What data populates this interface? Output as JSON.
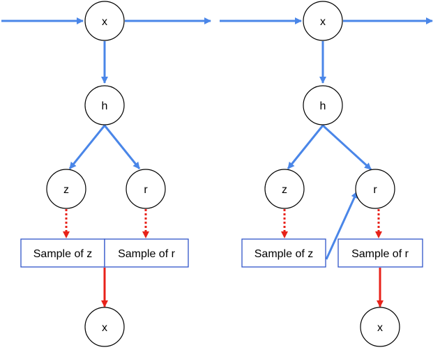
{
  "colors": {
    "blue_arrow": "#4a86e8",
    "red_arrow": "#e8221a",
    "box_border": "#2f55c8",
    "node_border": "#000000"
  },
  "left": {
    "nodes": {
      "x_top": "x",
      "h": "h",
      "z": "z",
      "r": "r",
      "x_bottom": "x"
    },
    "boxes": {
      "sample_z": "Sample of z",
      "sample_r": "Sample of r"
    }
  },
  "right": {
    "nodes": {
      "x_top": "x",
      "h": "h",
      "z": "z",
      "r": "r",
      "x_bottom": "x"
    },
    "boxes": {
      "sample_z": "Sample of z",
      "sample_r": "Sample of r"
    }
  }
}
